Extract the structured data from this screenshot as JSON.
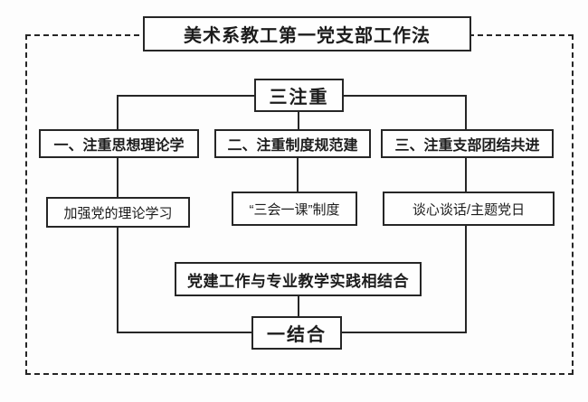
{
  "diagram": {
    "title": "美术系教工第一党支部工作法",
    "top_node": "三注重",
    "bottom_node": "一结合",
    "columns": [
      {
        "emphasis": "一、注重思想理论学",
        "practice": "加强党的理论学习"
      },
      {
        "emphasis": "二、注重制度规范建",
        "practice": "“三会一课”制度"
      },
      {
        "emphasis": "三、注重支部团结共进",
        "practice": "谈心谈话/主题党日"
      }
    ],
    "combination_note": "党建工作与专业教学实践相结合",
    "colors": {
      "line": "#262626",
      "background": "#fdfdfd",
      "box_fill": "#fefefe",
      "text": "#1c1c1c"
    },
    "frame_style": "dotted"
  }
}
